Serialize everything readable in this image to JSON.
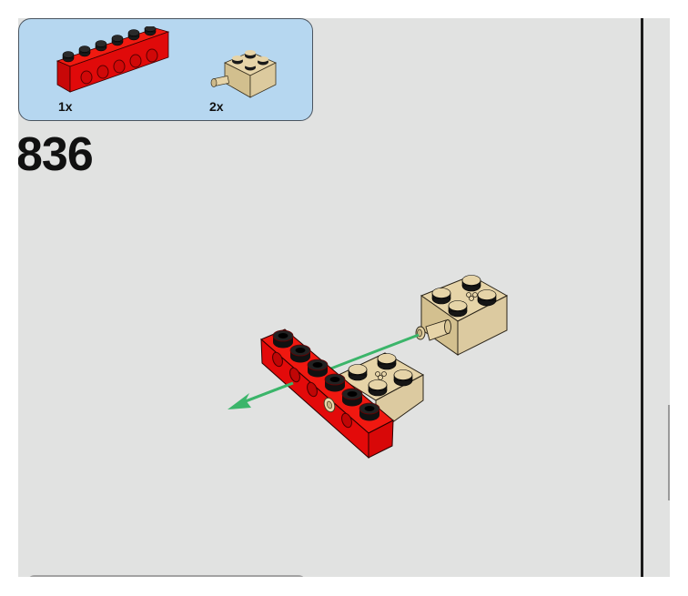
{
  "instruction_page": {
    "step_number": "836",
    "parts_list": [
      {
        "name": "red-technic-brick-1x6-with-holes",
        "quantity": "1x",
        "color": "#e10a0a"
      },
      {
        "name": "tan-brick-2x2-with-pin",
        "quantity": "2x",
        "color": "#dccaa0"
      }
    ],
    "assembly_arrow": {
      "color": "#3bb56a",
      "direction": "down-left"
    }
  },
  "colors": {
    "page_background": "#e1e2e1",
    "parts_box_background": "#b6d7f0",
    "parts_box_border": "#4a5560",
    "red_brick": "#e10a0a",
    "tan_brick": "#dccaa0",
    "stud_dark": "#1a1a1a",
    "arrow_green": "#3bb56a"
  }
}
